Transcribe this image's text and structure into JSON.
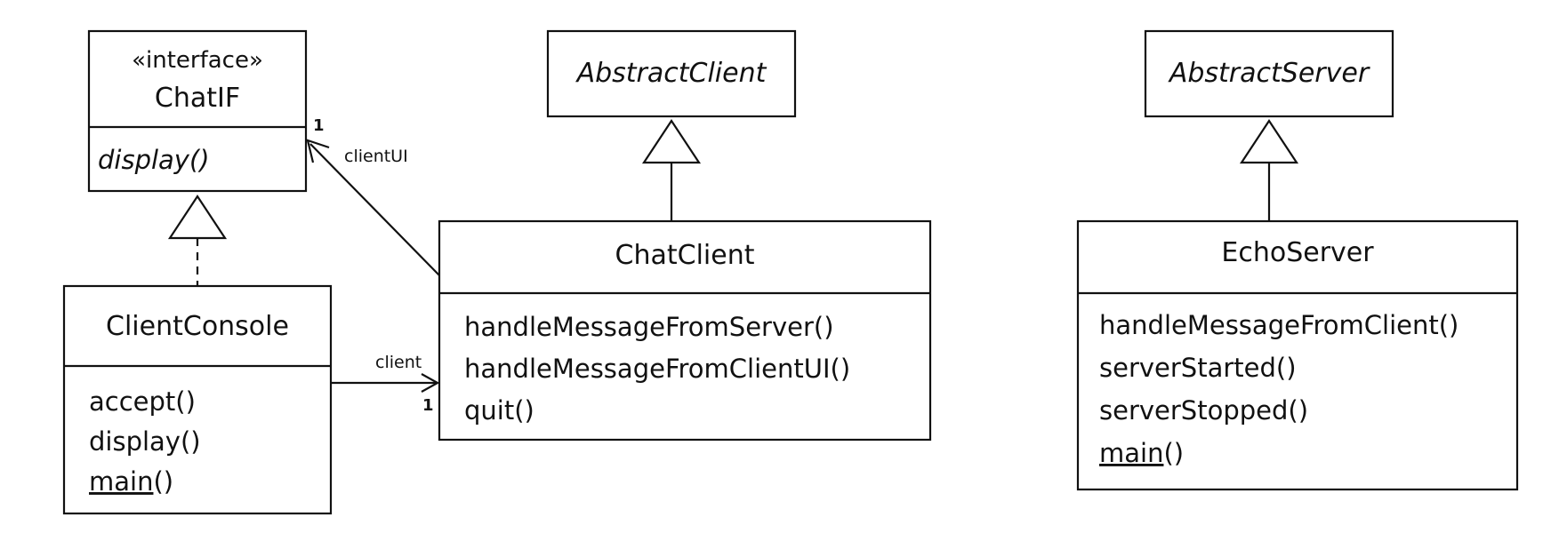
{
  "diagram": {
    "chatif": {
      "stereotype": "«interface»",
      "name": "ChatIF",
      "operations": [
        "display()"
      ]
    },
    "abstract_client": {
      "name": "AbstractClient"
    },
    "abstract_server": {
      "name": "AbstractServer"
    },
    "client_console": {
      "name": "ClientConsole",
      "operations": [
        "accept()",
        "display()"
      ],
      "static_operation": {
        "name": "main",
        "suffix": "()"
      }
    },
    "chat_client": {
      "name": "ChatClient",
      "operations": [
        "handleMessageFromServer()",
        "handleMessageFromClientUI()",
        "quit()"
      ]
    },
    "echo_server": {
      "name": "EchoServer",
      "operations": [
        "handleMessageFromClient()",
        "serverStarted()",
        "serverStopped()"
      ],
      "static_operation": {
        "name": "main",
        "suffix": "()"
      }
    },
    "associations": {
      "clientui": {
        "role": "clientUI",
        "multiplicity": "1"
      },
      "client": {
        "role": "client",
        "multiplicity": "1"
      }
    }
  }
}
